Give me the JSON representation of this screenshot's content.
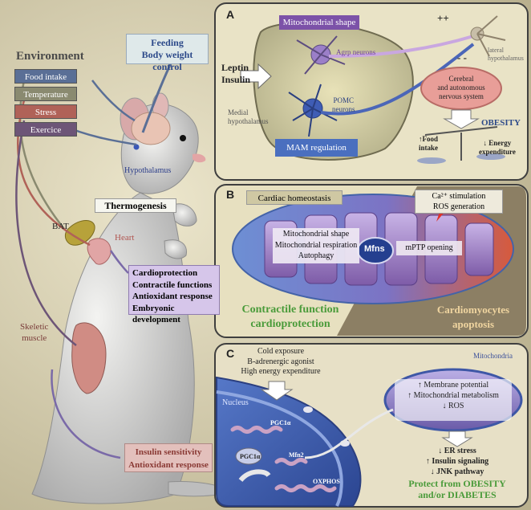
{
  "left": {
    "environment_title": "Environment",
    "env_items": [
      {
        "label": "Food intake",
        "color": "#5a6f96"
      },
      {
        "label": "Temperature",
        "color": "#8a8a70"
      },
      {
        "label": "Stress",
        "color": "#b06258"
      },
      {
        "label": "Exercice",
        "color": "#6d5577"
      }
    ],
    "feeding": [
      "Feeding",
      "Body weight control"
    ],
    "hypothalamus": "Hypothalamus",
    "thermogenesis": "Thermogenesis",
    "bat": "BAT",
    "heart": "Heart",
    "cardio": [
      "Cardioprotection",
      "Contractile functions",
      "Antioxidant response",
      "Embryonic development"
    ],
    "skeletic": [
      "Skeletic",
      "muscle"
    ],
    "insulin": [
      "Insulin sensitivity",
      "Antioxidant response"
    ]
  },
  "panelA": {
    "letter": "A",
    "mito_shape": "Mitochondrial shape",
    "agrp": "Agrp neurons",
    "pomc": [
      "POMC",
      "neurons"
    ],
    "leptin": [
      "Leptin",
      "Insulin"
    ],
    "medial": [
      "Medial",
      "hypothalamus"
    ],
    "mam": "MAM regulation",
    "plusplus": "++",
    "minusminus": "- -",
    "lateral": [
      "lateral",
      "hypothalamus"
    ],
    "cerebral": [
      "Cerebral",
      "and autonomous",
      "nervous system"
    ],
    "obesity": "OBESITY",
    "food_intake": [
      "↑Food",
      "intake"
    ],
    "energy_exp": [
      "↓ Energy",
      "expenditure"
    ]
  },
  "panelB": {
    "letter": "B",
    "cardiac": "Cardiac homeostasis",
    "ca": [
      "Ca²⁺ stimulation",
      "ROS generation"
    ],
    "mito_lines": [
      "Mitochondrial shape",
      "Mitochondrial respiration",
      "Autophagy"
    ],
    "mfns": "Mfns",
    "mptp": "mPTP opening",
    "contractile": [
      "Contractile function",
      "cardioprotection"
    ],
    "apoptosis": [
      "Cardiomyocytes",
      "apoptosis"
    ]
  },
  "panelC": {
    "letter": "C",
    "cold": [
      "Cold exposure",
      "B-adrenergic agonist",
      "High energy expenditure"
    ],
    "mitochondria": "Mitochondria",
    "nucleus": "Nucleus",
    "membrane": [
      "↑ Membrane potential",
      "↑ Mitochondrial metabolism",
      "↓ ROS"
    ],
    "pgc1a": "PGC1α",
    "mfn2": "Mfn2",
    "oxphos": "OXPHOS",
    "er": [
      "↓ ER stress",
      "↑ Insulin signaling",
      "↓ JNK pathway"
    ],
    "protect": [
      "Protect from OBESITY",
      "and/or DIABETES"
    ]
  }
}
